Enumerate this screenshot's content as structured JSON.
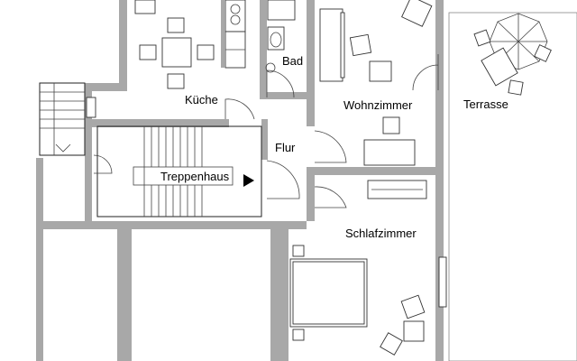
{
  "rooms": {
    "kitchen": "Küche",
    "bath": "Bad",
    "living": "Wohnzimmer",
    "terrace": "Terrasse",
    "hallway": "Flur",
    "stairwell": "Treppenhaus",
    "bedroom": "Schlafzimmer"
  },
  "colors": {
    "wall": "#a8a8a8",
    "line": "#222222",
    "background": "#ffffff"
  },
  "icons": [
    "entrance-arrow-icon",
    "parasol-icon",
    "door-swing-icon"
  ]
}
